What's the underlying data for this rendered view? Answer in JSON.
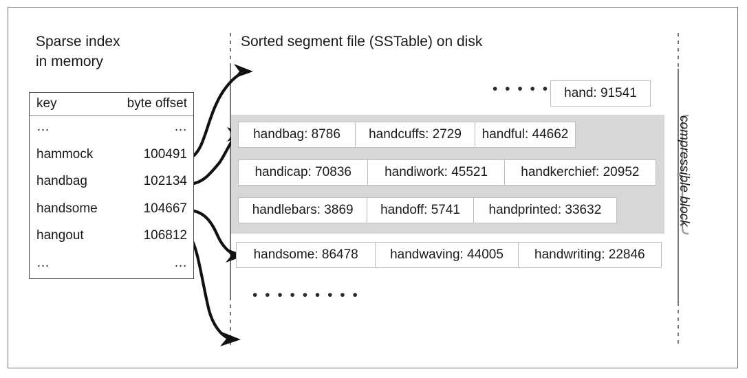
{
  "figure": {
    "left_caption": "Sparse index\nin memory",
    "right_caption": "Sorted segment file (SSTable) on disk",
    "compressible_block_label": "compressible block",
    "ellipsis_top": "• • • • • • • • •",
    "ellipsis_bottom": "• • • • • • • • •",
    "colors": {
      "frame_border": "#6f6f6f",
      "table_border": "#4a4a4a",
      "cell_border": "#bdbdbd",
      "gray_block": "#d7d7d7",
      "divider_line": "#777777",
      "text": "#1a1a1a",
      "arrow": "#111111"
    }
  },
  "sparse_index": {
    "header": {
      "key": "key",
      "offset": "byte offset"
    },
    "rows": [
      {
        "key": "…",
        "offset": "…"
      },
      {
        "key": "hammock",
        "offset": "100491"
      },
      {
        "key": "handbag",
        "offset": "102134"
      },
      {
        "key": "handsome",
        "offset": "104667"
      },
      {
        "key": "hangout",
        "offset": "106812"
      },
      {
        "key": "…",
        "offset": "…"
      }
    ]
  },
  "sstable": {
    "standalone_entry": "hand: 91541",
    "compressible_rows": [
      {
        "cells": [
          "handbag: 8786",
          "handcuffs: 2729",
          "handful: 44662"
        ]
      },
      {
        "cells": [
          "handicap: 70836",
          "handiwork: 45521",
          "handkerchief: 20952"
        ]
      },
      {
        "cells": [
          "handlebars: 3869",
          "handoff: 5741",
          "handprinted: 33632"
        ]
      }
    ],
    "trailing_row": {
      "cells": [
        "handsome: 86478",
        "handwaving: 44005",
        "handwriting: 22846"
      ]
    }
  }
}
